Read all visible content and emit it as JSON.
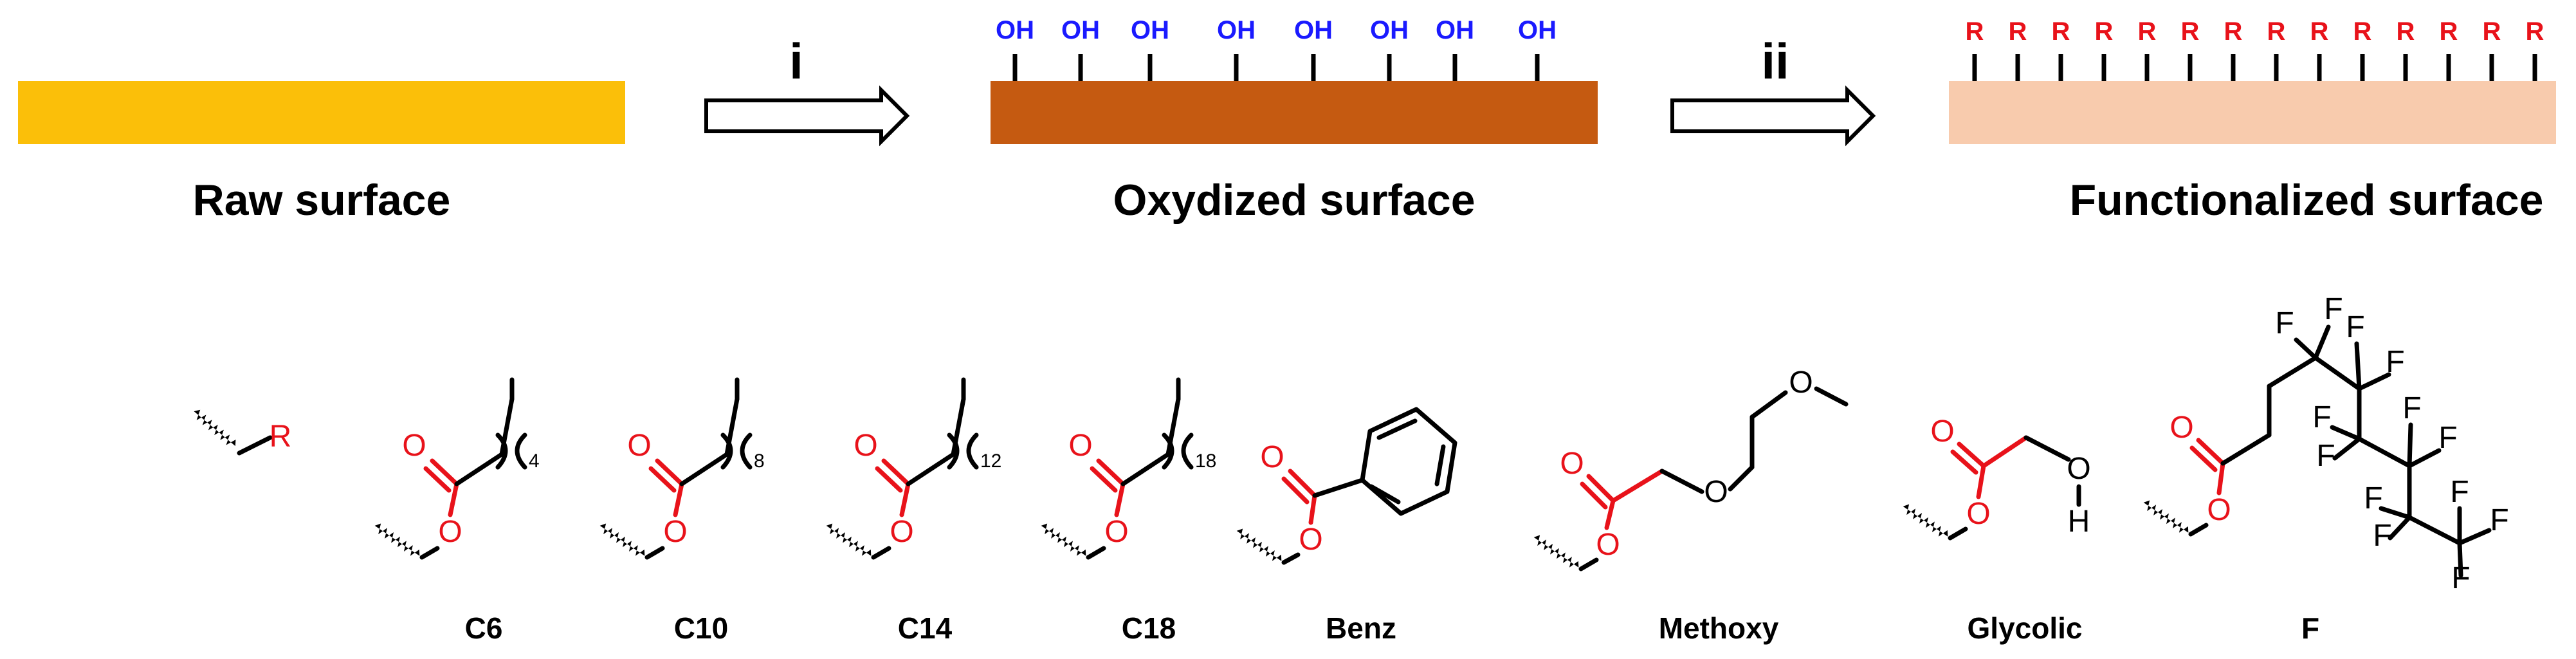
{
  "colors": {
    "raw_surface": "#fbbf09",
    "oxidized_surface": "#c55a11",
    "functionalized_surface": "#f8cbad",
    "hydroxyl": "#1a1aff",
    "functional_group": "#e8121a",
    "bond": "#000000"
  },
  "steps": [
    {
      "label": "i"
    },
    {
      "label": "ii"
    }
  ],
  "surfaces": [
    {
      "label": "Raw surface"
    },
    {
      "label": "Oxydized surface",
      "group_label": "OH",
      "group_count": 8
    },
    {
      "label": "Functionalized surface",
      "group_label": "R",
      "group_count": 14
    }
  ],
  "legend": {
    "substituent": "R"
  },
  "atoms": {
    "oxygen": "O",
    "hydrogen": "H",
    "fluorine": "F"
  },
  "molecules": [
    {
      "label": "C6",
      "repeat": "4"
    },
    {
      "label": "C10",
      "repeat": "8"
    },
    {
      "label": "C14",
      "repeat": "12"
    },
    {
      "label": "C18",
      "repeat": "18"
    },
    {
      "label": "Benz"
    },
    {
      "label": "Methoxy"
    },
    {
      "label": "Glycolic"
    },
    {
      "label": "F"
    }
  ]
}
